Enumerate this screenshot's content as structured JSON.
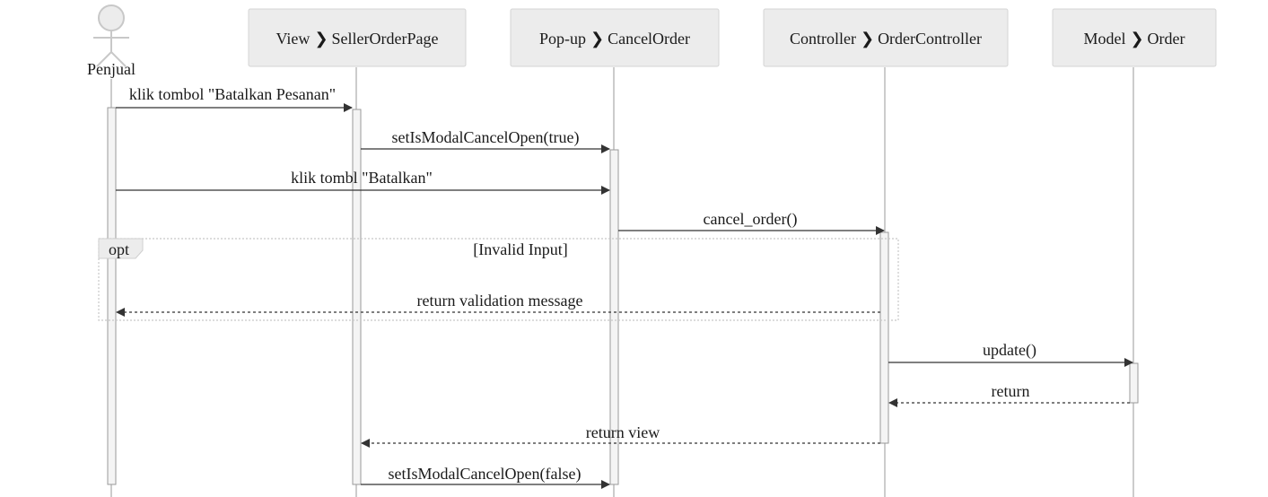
{
  "actor": {
    "label": "Penjual"
  },
  "participants": [
    {
      "stereotype": "View",
      "name": "SellerOrderPage"
    },
    {
      "stereotype": "Pop-up",
      "name": "CancelOrder"
    },
    {
      "stereotype": "Controller",
      "name": "OrderController"
    },
    {
      "stereotype": "Model",
      "name": "Order"
    }
  ],
  "separator": "❯",
  "messages": [
    {
      "text": "klik tombol \"Batalkan Pesanan\"",
      "from": "Penjual",
      "to": "SellerOrderPage",
      "kind": "sync"
    },
    {
      "text": "setIsModalCancelOpen(true)",
      "from": "SellerOrderPage",
      "to": "CancelOrder",
      "kind": "sync"
    },
    {
      "text": "klik tombl \"Batalkan\"",
      "from": "Penjual",
      "to": "CancelOrder",
      "kind": "sync"
    },
    {
      "text": "cancel_order()",
      "from": "CancelOrder",
      "to": "OrderController",
      "kind": "sync"
    },
    {
      "text": "return validation message",
      "from": "OrderController",
      "to": "Penjual",
      "kind": "return"
    },
    {
      "text": "update()",
      "from": "OrderController",
      "to": "Order",
      "kind": "sync"
    },
    {
      "text": "return",
      "from": "Order",
      "to": "OrderController",
      "kind": "return"
    },
    {
      "text": "return view",
      "from": "OrderController",
      "to": "SellerOrderPage",
      "kind": "return"
    },
    {
      "text": "setIsModalCancelOpen(false)",
      "from": "SellerOrderPage",
      "to": "CancelOrder",
      "kind": "sync"
    }
  ],
  "fragment": {
    "operator": "opt",
    "guard": "[Invalid Input]"
  },
  "colors": {
    "header_fill": "#ececec",
    "header_stroke": "#d4d4d4",
    "lifeline": "#cccccc",
    "arrow": "#333333",
    "actor": "#c8c8c8"
  }
}
